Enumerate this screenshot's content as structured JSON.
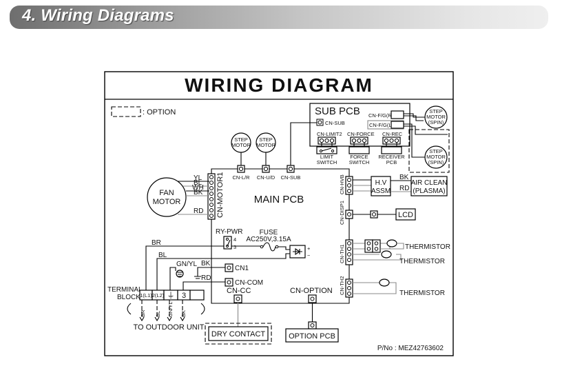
{
  "header": {
    "title": "4. Wiring Diagrams"
  },
  "diagram": {
    "title": "WIRING DIAGRAM",
    "legend": {
      "label": ": OPTION"
    },
    "sub_pcb": {
      "title": "SUB PCB",
      "connectors": {
        "cn_sub": "CN-SUB",
        "cn_fg_r": "CN-F/G(R)",
        "cn_fg_l": "CN-F/G(L)",
        "cn_limit2": "CN-LIMIT2",
        "cn_force": "CN-FORCE",
        "cn_rec": "CN-REC"
      },
      "devices": {
        "limit_switch": [
          "LIMIT",
          "SWITCH"
        ],
        "force_switch": [
          "FORCE",
          "SWITCH"
        ],
        "receiver_pcb": [
          "RECEIVER",
          "PCB"
        ]
      }
    },
    "step_motors": {
      "top1": [
        "STEP",
        "MOTOR"
      ],
      "top2": [
        "STEP",
        "MOTOR"
      ],
      "spin1": [
        "STEP",
        "MOTOR",
        "(SPIN)"
      ],
      "spin2": [
        "STEP",
        "MOTOR",
        "(SPIN)"
      ]
    },
    "main_pcb": {
      "title": "MAIN PCB",
      "connectors": {
        "cn_lr": "CN-L/R",
        "cn_ud": "CN-U/D",
        "cn_sub": "CN-SUB",
        "cn_motor1": "CN-MOTOR1",
        "cn_hvb": "CN-HVB",
        "cn_disp1": "CN-DISP1",
        "cn_th1": "CN-TH1",
        "cn_th2": "CN-TH2",
        "cn1": "CN1",
        "cn_com": "CN-COM",
        "cn_cc": "CN-CC",
        "cn_option": "CN-OPTION"
      },
      "relay": {
        "label": "RY-PWR",
        "pin_a": "4",
        "pin_b": "3"
      },
      "fuse": {
        "label": "FUSE",
        "rating": "AC250V,3.15A"
      },
      "rectifier": {
        "plus": "+",
        "minus": "−"
      }
    },
    "fan_motor": {
      "lines": [
        "FAN",
        "MOTOR"
      ],
      "wires": [
        "YL",
        "BL",
        "WH",
        "BK",
        "RD"
      ]
    },
    "hv_assm": {
      "lines": [
        "H.V",
        "ASSM"
      ],
      "wires": [
        "BK",
        "RD"
      ]
    },
    "air_clean": {
      "lines": [
        "AIR CLEAN",
        "(PLASMA)"
      ]
    },
    "lcd": {
      "label": "LCD"
    },
    "thermistors": [
      "THERMISTOR",
      "THERMISTOR",
      "THERMISTOR"
    ],
    "power_wires": {
      "br": "BR",
      "bl": "BL",
      "gnyl": "GN/YL",
      "bk": "BK",
      "rd": "RD"
    },
    "terminal_block": {
      "label": [
        "TERMINAL",
        "BLOCK"
      ],
      "terminals": [
        "1(L1)",
        "2(L2)",
        "⏚",
        "3",
        ""
      ],
      "outdoor_wires": [
        "BR",
        "BL",
        "GN/YL",
        "BK"
      ],
      "destination": "TO OUTDOOR UNIT"
    },
    "dry_contact": {
      "label": "DRY CONTACT"
    },
    "option_pcb": {
      "label": "OPTION PCB"
    },
    "part_number": "P/No : MEZ42763602"
  }
}
